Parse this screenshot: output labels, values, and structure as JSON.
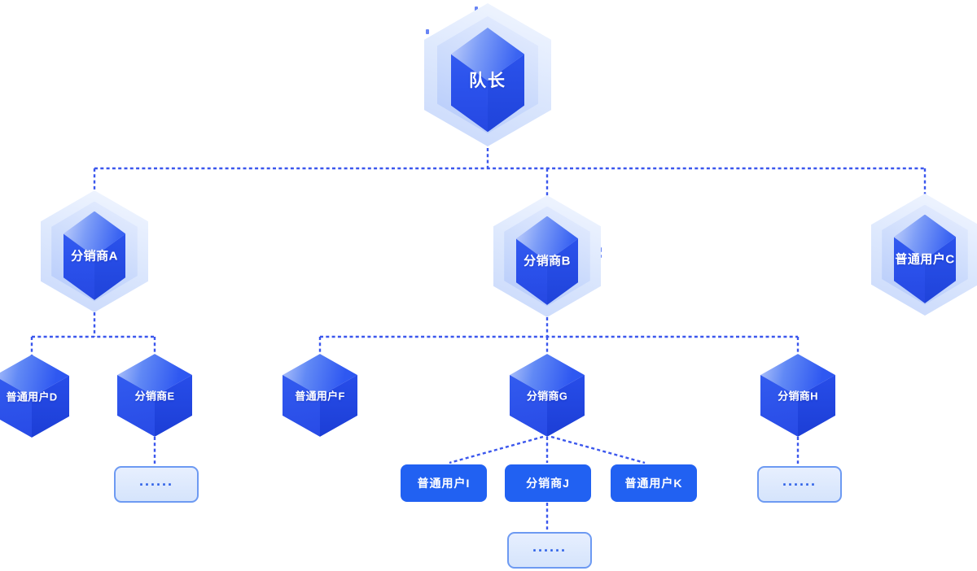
{
  "diagram": {
    "kind": "distribution-team-hierarchy",
    "colors": {
      "connector": "#3B57ED",
      "cube_blue": "#2B52EF",
      "cube_blue_dark": "#1C3ED6",
      "rect_blue": "#2161F2",
      "light_box_fill": "#DCE9FD",
      "light_box_border": "#6D9AF2",
      "dots_text": "#2F62E8",
      "label_text": "#FFFFFF"
    },
    "nodes": {
      "captain": {
        "label": "队长",
        "shape": "hexagon-large"
      },
      "distributor_a": {
        "label": "分销商A",
        "shape": "hexagon-medium"
      },
      "distributor_b": {
        "label": "分销商B",
        "shape": "hexagon-medium"
      },
      "user_c": {
        "label": "普通用户C",
        "shape": "hexagon-medium"
      },
      "user_d": {
        "label": "普通用户D",
        "shape": "hexagon-small"
      },
      "distributor_e": {
        "label": "分销商E",
        "shape": "hexagon-small"
      },
      "user_f": {
        "label": "普通用户F",
        "shape": "hexagon-small"
      },
      "distributor_g": {
        "label": "分销商G",
        "shape": "hexagon-small"
      },
      "distributor_h": {
        "label": "分销商H",
        "shape": "hexagon-small"
      },
      "user_i": {
        "label": "普通用户I",
        "shape": "rectangle"
      },
      "distributor_j": {
        "label": "分销商J",
        "shape": "rectangle"
      },
      "user_k": {
        "label": "普通用户K",
        "shape": "rectangle"
      },
      "ellipsis_e": {
        "label": "......",
        "shape": "light-box"
      },
      "ellipsis_h": {
        "label": "......",
        "shape": "light-box"
      },
      "ellipsis_j": {
        "label": "......",
        "shape": "light-box"
      }
    },
    "edges": [
      [
        "captain",
        "distributor_a"
      ],
      [
        "captain",
        "distributor_b"
      ],
      [
        "captain",
        "user_c"
      ],
      [
        "distributor_a",
        "user_d"
      ],
      [
        "distributor_a",
        "distributor_e"
      ],
      [
        "distributor_e",
        "ellipsis_e"
      ],
      [
        "distributor_b",
        "user_f"
      ],
      [
        "distributor_b",
        "distributor_g"
      ],
      [
        "distributor_b",
        "distributor_h"
      ],
      [
        "distributor_g",
        "user_i"
      ],
      [
        "distributor_g",
        "distributor_j"
      ],
      [
        "distributor_g",
        "user_k"
      ],
      [
        "distributor_j",
        "ellipsis_j"
      ],
      [
        "distributor_h",
        "ellipsis_h"
      ]
    ]
  }
}
